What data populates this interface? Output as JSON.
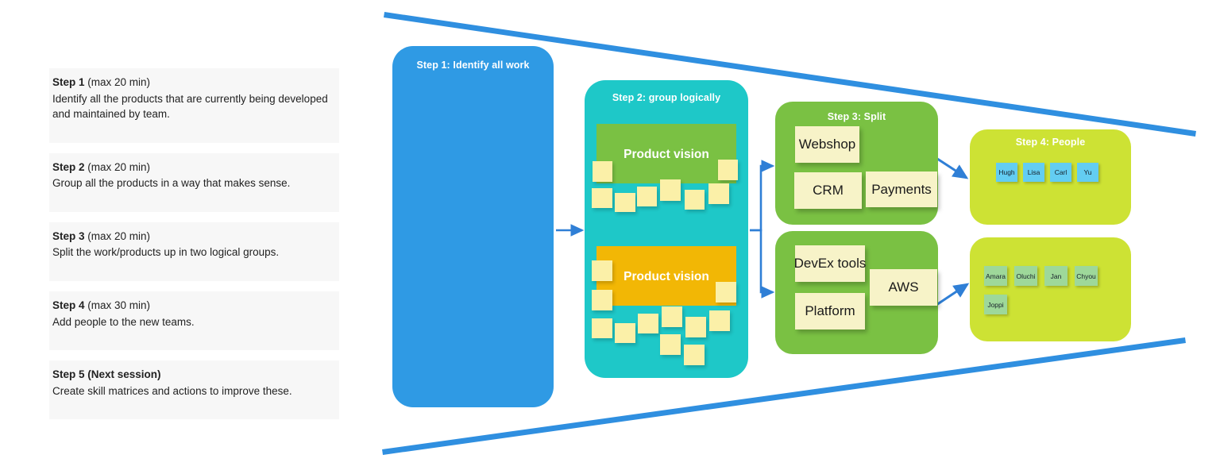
{
  "steps_list": [
    {
      "title_bold": "Step 1",
      "title_rest": " (max 20 min)",
      "description": "Identify all the products that are currently being developed and maintained by team."
    },
    {
      "title_bold": "Step 2",
      "title_rest": " (max 20 min)",
      "description": "Group all the products in a way that makes sense."
    },
    {
      "title_bold": "Step 3",
      "title_rest": " (max 20 min)",
      "description": "Split the work/products up in two logical groups."
    },
    {
      "title_bold": "Step 4",
      "title_rest": " (max 30 min)",
      "description": "Add people to the new teams."
    },
    {
      "title_bold": "Step 5 (Next session)",
      "title_rest": "",
      "description": "Create skill matrices and actions to improve these."
    }
  ],
  "diagram": {
    "step1": {
      "title": "Step 1: Identify all work"
    },
    "step2": {
      "title": "Step 2: group logically",
      "vision_green_label": "Product vision",
      "vision_orange_label": "Product vision"
    },
    "step3": {
      "title": "Step 3: Split",
      "group_top": [
        "Webshop",
        "CRM",
        "Payments"
      ],
      "group_bottom": [
        "DevEx tools",
        "Platform",
        "AWS"
      ]
    },
    "step4": {
      "title": "Step 4: People",
      "team_top": [
        "Hugh",
        "Lisa",
        "Carl",
        "Yu"
      ],
      "team_bottom": [
        "Amara",
        "Oluchi",
        "Jan",
        "Chyou",
        "Joppi"
      ]
    }
  },
  "colors": {
    "step1_blue": "#2f9ae4",
    "step2_teal": "#1ec8c8",
    "step3_green": "#7ac143",
    "step4_lime": "#cde234",
    "vision_green": "#7ac143",
    "vision_orange": "#f2b705",
    "sticky_yellow": "#fbf0a8",
    "note_cream": "#f7f3c8",
    "person_blue": "#63cdf2",
    "person_green": "#9ed89a",
    "banner_line_blue": "#2f8fe0",
    "arrow_blue": "#2f7fd6",
    "card_background": "#f7f7f7"
  }
}
